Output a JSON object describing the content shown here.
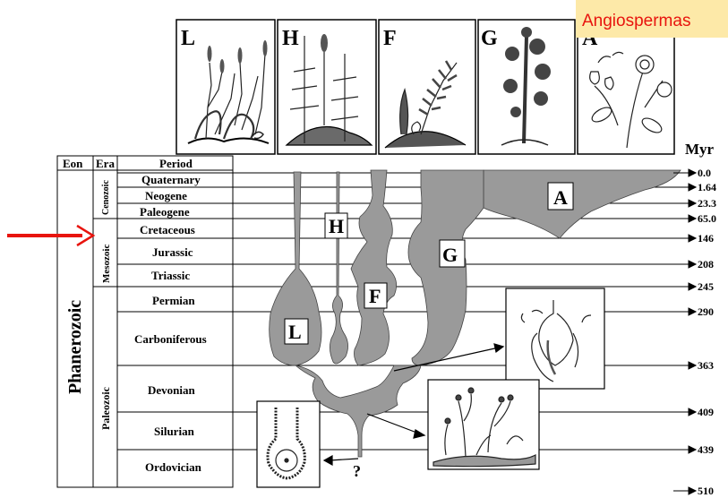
{
  "panels": [
    {
      "letter": "L"
    },
    {
      "letter": "H"
    },
    {
      "letter": "F"
    },
    {
      "letter": "G"
    },
    {
      "letter": "A"
    }
  ],
  "callout": {
    "label": "Angiospermas",
    "bg": "#fde9a8",
    "color": "#e8140e"
  },
  "table": {
    "headers": {
      "eon": "Eon",
      "era": "Era",
      "period": "Period"
    },
    "eon": "Phanerozoic",
    "eras": {
      "cenozoic": "Cenozoic",
      "mesozoic": "Mesozoic",
      "paleozoic": "Paleozoic"
    },
    "periods": [
      "Quaternary",
      "Neogene",
      "Paleogene",
      "Cretaceous",
      "Jurassic",
      "Triassic",
      "Permian",
      "Carboniferous",
      "Devonian",
      "Silurian",
      "Ordovician"
    ]
  },
  "scale": {
    "unit": "Myr",
    "ticks": [
      "0.0",
      "1.64",
      "23.3",
      "65.0",
      "146",
      "208",
      "245",
      "290",
      "363",
      "409",
      "439",
      "510"
    ]
  },
  "lineage_labels": [
    "A",
    "H",
    "G",
    "F",
    "L"
  ],
  "question_mark": "?",
  "pointer_arrow": {
    "color": "#e8140e",
    "points_to": "Cretaceous"
  }
}
